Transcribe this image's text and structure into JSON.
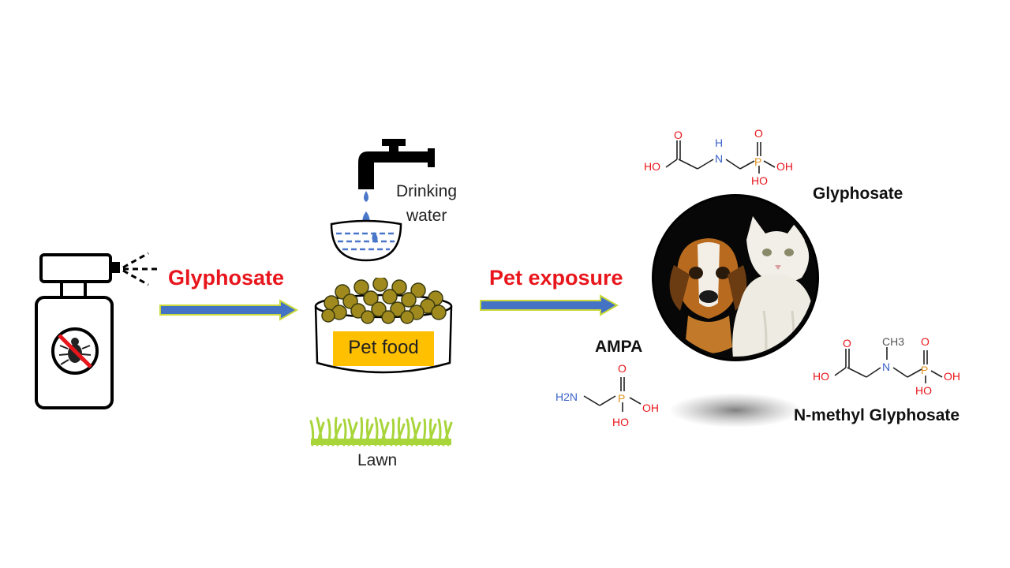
{
  "labels": {
    "glyphosate_arrow": "Glyphosate",
    "pet_exposure": "Pet exposure",
    "drinking_water_line1": "Drinking",
    "drinking_water_line2": "water",
    "pet_food": "Pet food",
    "lawn": "Lawn",
    "glyphosate_structure": "Glyphosate",
    "ampa": "AMPA",
    "n_methyl": "N-methyl Glyphosate"
  },
  "atoms": {
    "O": "O",
    "HO": "HO",
    "OH": "OH",
    "N": "N",
    "H": "H",
    "P": "P",
    "CH3": "CH3",
    "H2N": "H2N"
  },
  "colors": {
    "label_red": "#e8161c",
    "arrow_blue": "#4472c4",
    "arrow_outline": "#c9d93a",
    "pet_food_label_bg": "#ffc000",
    "kibble": "#a08a1e",
    "water_drop": "#4a77c9",
    "grass": "#a8d53a",
    "atom_oxygen": "#e8161c",
    "atom_nitrogen": "#3a63c7",
    "atom_phosphorus": "#e0901c"
  },
  "icons": [
    "spray-bottle-icon",
    "no-bug-icon",
    "faucet-icon",
    "water-bowl-icon",
    "food-bowl-icon",
    "grass-icon",
    "pets-photo"
  ]
}
